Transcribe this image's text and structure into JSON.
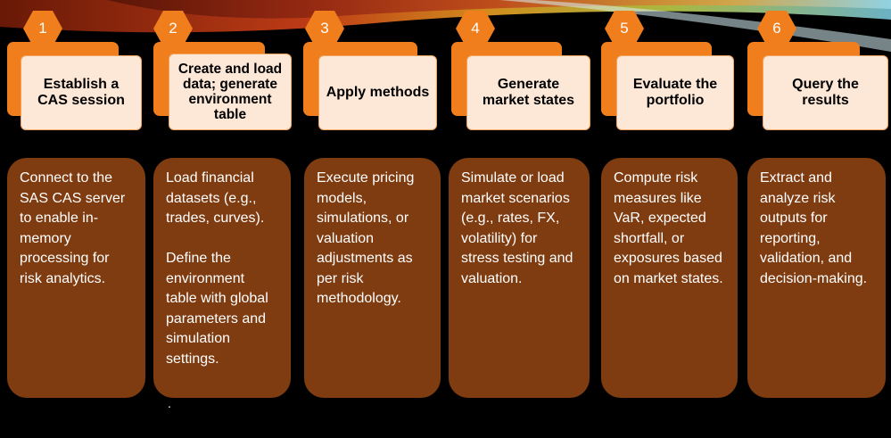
{
  "colors": {
    "background": "#000000",
    "hexagon": "#f07e1d",
    "title_back": "#f07e1d",
    "title_front": "#fde7d6",
    "description_card": "#7f3c11"
  },
  "steps": [
    {
      "number": "1",
      "title": "Establish a CAS session",
      "description": [
        "Connect to the SAS CAS server to enable in-memory processing for risk analytics."
      ]
    },
    {
      "number": "2",
      "title": "Create and load data; generate environment table",
      "description": [
        "Load financial datasets (e.g., trades, curves).",
        "Define the environment table with global parameters and simulation settings."
      ]
    },
    {
      "number": "3",
      "title": "Apply methods",
      "description": [
        "Execute pricing models, simulations, or valuation adjustments as per risk methodology."
      ]
    },
    {
      "number": "4",
      "title": "Generate market states",
      "description": [
        "Simulate or load market scenarios (e.g., rates, FX, volatility) for stress testing and valuation."
      ]
    },
    {
      "number": "5",
      "title": "Evaluate the portfolio",
      "description": [
        "Compute risk measures like VaR, expected shortfall, or exposures based on market states."
      ]
    },
    {
      "number": "6",
      "title": "Query the results",
      "description": [
        "Extract and analyze risk outputs for reporting, validation, and decision-making."
      ]
    }
  ],
  "footnote": "."
}
